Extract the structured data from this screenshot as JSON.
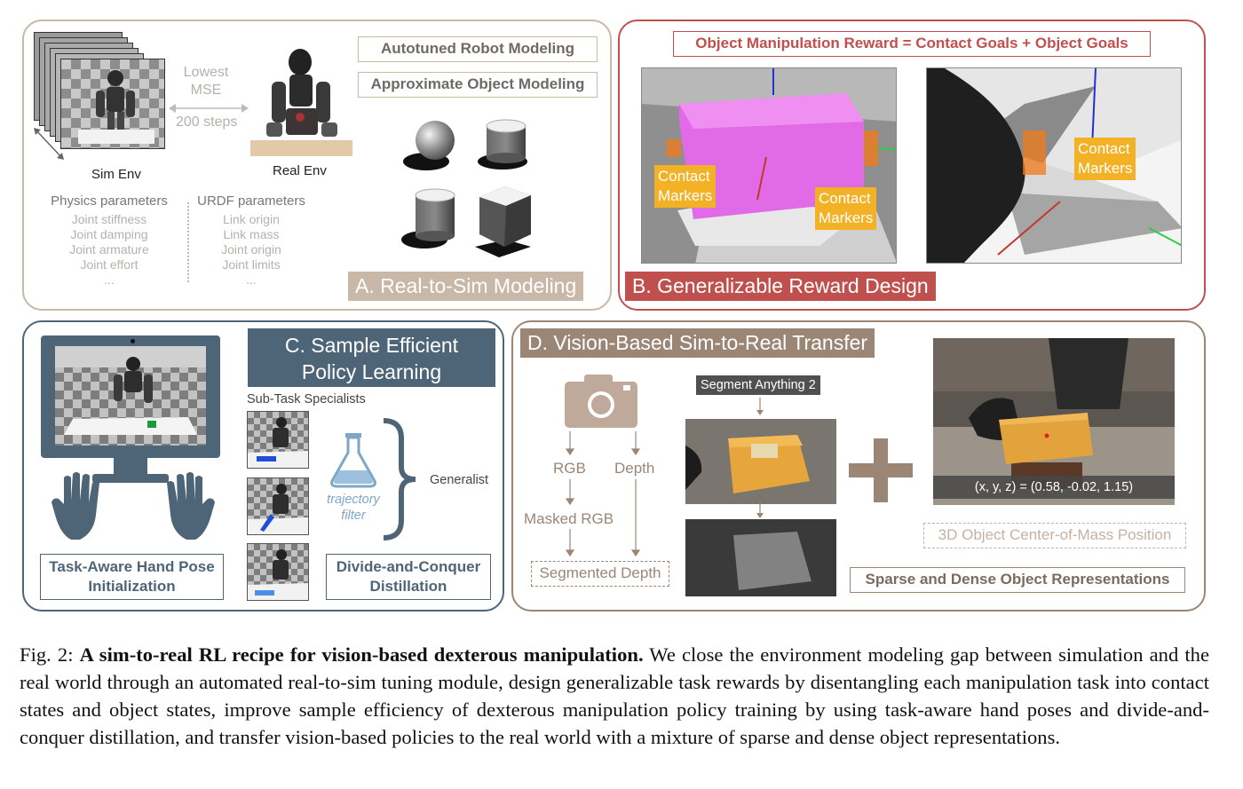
{
  "panelA": {
    "tag": "A. Real-to-Sim Modeling",
    "label1": "Autotuned Robot Modeling",
    "label2": "Approximate Object Modeling",
    "mse_line1": "Lowest",
    "mse_line2": "MSE",
    "steps": "200 steps",
    "sim_env": "Sim Env",
    "real_env": "Real Env",
    "physics_title": "Physics parameters",
    "physics_items": [
      "Joint stiffness",
      "Joint damping",
      "Joint armature",
      "Joint effort",
      "..."
    ],
    "urdf_title": "URDF parameters",
    "urdf_items": [
      "Link origin",
      "Link mass",
      "Joint origin",
      "Joint limits",
      "..."
    ]
  },
  "panelB": {
    "tag": "B. Generalizable Reward Design",
    "equation": "Object Manipulation Reward = Contact Goals + Object Goals",
    "marker_label": "Contact\nMarkers"
  },
  "panelC": {
    "tag_line1": "C. Sample Efficient",
    "tag_line2": "Policy Learning",
    "specialists": "Sub-Task Specialists",
    "filter_line1": "trajectory",
    "filter_line2": "filter",
    "generalist": "Generalist",
    "box1_line1": "Task-Aware Hand Pose",
    "box1_line2": "Initialization",
    "box2_line1": "Divide-and-Conquer",
    "box2_line2": "Distillation"
  },
  "panelD": {
    "tag": "D. Vision-Based Sim-to-Real Transfer",
    "rgb": "RGB",
    "depth": "Depth",
    "masked_rgb": "Masked RGB",
    "segmented_depth": "Segmented Depth",
    "sam": "Segment Anything 2",
    "coords": "(x, y, z) = (0.58, -0.02, 1.15)",
    "com": "3D Object Center-of-Mass Position",
    "sparse_dense": "Sparse and Dense Object Representations"
  },
  "caption": {
    "prefix": "Fig. 2: ",
    "bold": "A sim-to-real RL recipe for vision-based dexterous manipulation.",
    "body": " We close the environment modeling gap between simulation and the real world through an automated real-to-sim tuning module, design generalizable task rewards by disentangling each manipulation task into contact states and object states, improve sample efficiency of dexterous manipulation policy training by using task-aware hand poses and divide-and-conquer distillation, and transfer vision-based policies to the real world with a mixture of sparse and dense object representations."
  },
  "colors": {
    "panelA": "#c9b8a8",
    "panelB": "#c0504d",
    "panelC": "#4d6577",
    "panelD": "#9b8676",
    "marker": "#f3b225",
    "magenta": "#e16be6"
  }
}
